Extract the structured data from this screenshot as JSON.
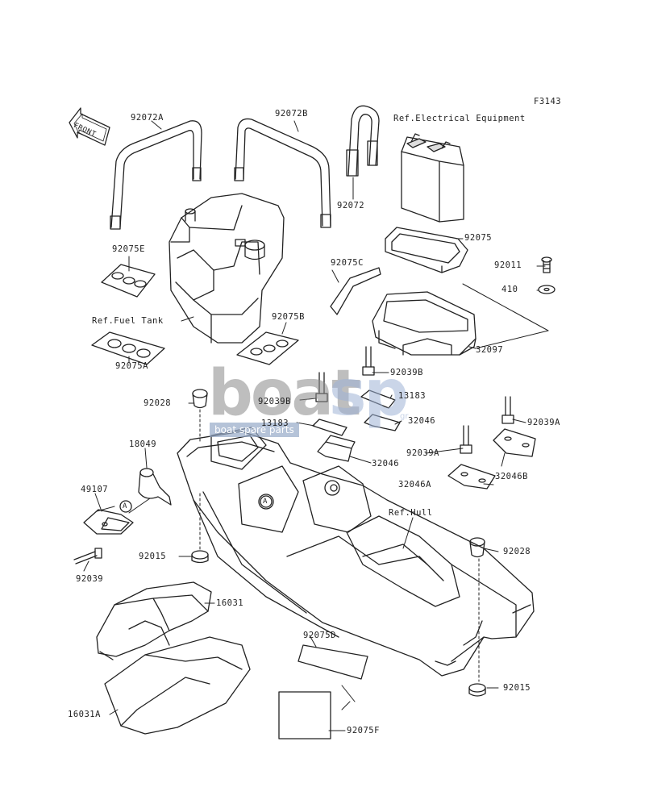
{
  "diagram": {
    "code": "F3143",
    "front_tag": "FRONT",
    "refs": {
      "electrical": "Ref.Electrical Equipment",
      "fuel_tank": "Ref.Fuel Tank",
      "hull": "Ref.Hull"
    },
    "circle_marker": "A",
    "parts": [
      "92072A",
      "92072B",
      "92072",
      "92075",
      "92075E",
      "92075C",
      "92011",
      "410",
      "92075B",
      "32097",
      "92075A",
      "92039B",
      "13183",
      "92028",
      "32046",
      "18049",
      "92039A",
      "32046B",
      "32046A",
      "49107",
      "92015",
      "92039",
      "16031",
      "92075D",
      "92075F",
      "16031A"
    ]
  },
  "watermark": {
    "brand_left": "boat",
    "brand_right": "sp",
    "tagline": "boat spare parts",
    "domain": "gr",
    "colors": {
      "left": "#8a8a8a",
      "right": "#9fb3d6",
      "band": "#96aac8"
    }
  }
}
